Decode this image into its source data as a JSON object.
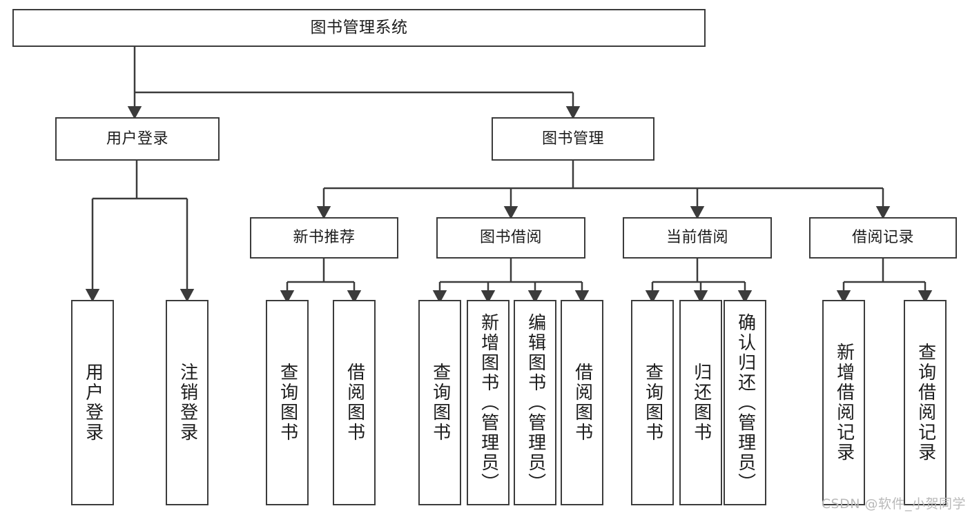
{
  "diagram": {
    "title": "图书管理系统",
    "type": "tree",
    "root": {
      "label": "图书管理系统"
    },
    "level2": [
      {
        "label": "用户登录"
      },
      {
        "label": "图书管理"
      }
    ],
    "level3": [
      {
        "label": "新书推荐"
      },
      {
        "label": "图书借阅"
      },
      {
        "label": "当前借阅"
      },
      {
        "label": "借阅记录"
      }
    ],
    "leaves": {
      "user_login": [
        {
          "label": "用户登录"
        },
        {
          "label": "注销登录"
        }
      ],
      "new_book_recommend": [
        {
          "label": "查询图书"
        },
        {
          "label": "借阅图书"
        }
      ],
      "book_borrow": [
        {
          "label": "查询图书"
        },
        {
          "label": "新增图书（管理员）"
        },
        {
          "label": "编辑图书（管理员）"
        },
        {
          "label": "借阅图书"
        }
      ],
      "current_borrow": [
        {
          "label": "查询图书"
        },
        {
          "label": "归还图书"
        },
        {
          "label": "确认归还（管理员）"
        }
      ],
      "borrow_record": [
        {
          "label": "新增借阅记录"
        },
        {
          "label": "查询借阅记录"
        }
      ]
    }
  },
  "watermark": {
    "text": "CSDN @软件_小贺同学"
  },
  "colors": {
    "stroke": "#3b3b3b",
    "fill": "#ffffff",
    "text": "#1c1c1c",
    "watermark": "#b9b9b9"
  }
}
